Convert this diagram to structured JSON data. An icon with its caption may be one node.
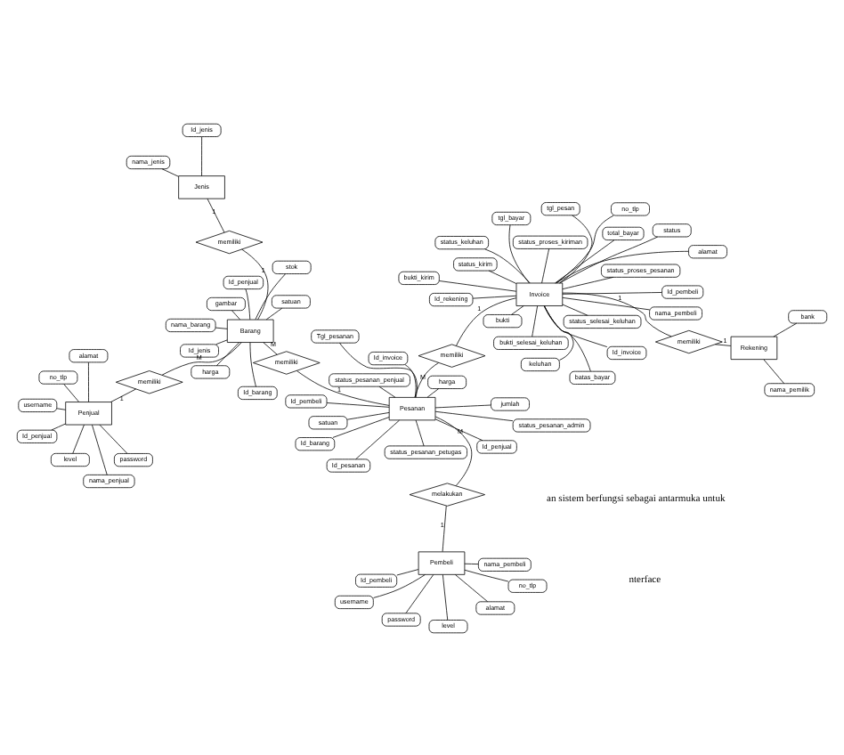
{
  "diagram": {
    "nodes": [
      {
        "text": [
          "Pembeli"
        ]
      },
      {
        "text": [
          "nama_pembeli"
        ]
      },
      {
        "text": [
          "level"
        ]
      },
      {
        "text": [
          "Id_pembeli"
        ]
      },
      {
        "text": [
          "alamat"
        ]
      },
      {
        "text": [
          "username"
        ]
      },
      {
        "text": [
          "password"
        ]
      },
      {
        "text": [
          "no_tlp"
        ]
      },
      {
        "text": [
          "melakukan"
        ]
      },
      {
        "text": [
          "Penjual"
        ]
      },
      {
        "text": [
          "no_tlp"
        ]
      },
      {
        "text": [
          "alamat"
        ]
      },
      {
        "text": [
          "nama_penjual"
        ]
      },
      {
        "text": [
          "password"
        ]
      },
      {
        "text": [
          "Id_penjual"
        ]
      },
      {
        "text": [
          "username"
        ]
      },
      {
        "text": [
          "level"
        ]
      },
      {
        "text": [
          "memiliki"
        ]
      },
      {
        "text": [
          "Pesanan"
        ]
      },
      {
        "text": [
          "Id_pembeli"
        ]
      },
      {
        "text": [
          "Id_pesanan"
        ]
      },
      {
        "text": [
          "Id_barang"
        ]
      },
      {
        "text": [
          "harga"
        ]
      },
      {
        "text": [
          "Id_invoice"
        ]
      },
      {
        "text": [
          "Tgl_pesanan"
        ]
      },
      {
        "text": [
          "Id_penjual"
        ]
      },
      {
        "text": [
          "jumlah"
        ]
      },
      {
        "text": [
          "satuan"
        ]
      },
      {
        "text": [
          "status_pesanan_petugas"
        ]
      },
      {
        "text": [
          "status_pesanan_admin"
        ]
      },
      {
        "text": [
          "status_pesanan_penjual"
        ]
      },
      {
        "text": [
          "memiliki"
        ]
      },
      {
        "text": [
          "Barang"
        ]
      },
      {
        "text": [
          "nama_barang"
        ]
      },
      {
        "text": [
          "satuan"
        ]
      },
      {
        "text": [
          "Id_barang"
        ]
      },
      {
        "text": [
          "gambar"
        ]
      },
      {
        "text": [
          "stok"
        ]
      },
      {
        "text": [
          "Id_jenis"
        ]
      },
      {
        "text": [
          "harga"
        ]
      },
      {
        "text": [
          "Id_penjual"
        ]
      },
      {
        "text": [
          "memiliki"
        ]
      },
      {
        "text": [
          "Jenis"
        ]
      },
      {
        "text": [
          "nama_jenis"
        ]
      },
      {
        "text": [
          "Id_jenis"
        ]
      },
      {
        "text": [
          "memiliki"
        ]
      },
      {
        "text": [
          "Invoice"
        ]
      },
      {
        "text": [
          "Id_invoice"
        ]
      },
      {
        "text": [
          "Id_pembeli"
        ]
      },
      {
        "text": [
          "nama_pembeli"
        ]
      },
      {
        "text": [
          "Id_rekening"
        ]
      },
      {
        "text": [
          "alamat"
        ]
      },
      {
        "text": [
          "no_tlp"
        ]
      },
      {
        "text": [
          "tgl_pesan"
        ]
      },
      {
        "text": [
          "total_bayar"
        ]
      },
      {
        "text": [
          "batas_bayar"
        ]
      },
      {
        "text": [
          "keluhan"
        ]
      },
      {
        "text": [
          "status_keluhan"
        ]
      },
      {
        "text": [
          "status_proses_pesanan"
        ]
      },
      {
        "text": [
          "bukti_kirim"
        ]
      },
      {
        "text": [
          "status_kirim"
        ]
      },
      {
        "text": [
          "tgl_bayar"
        ]
      },
      {
        "text": [
          "bukti"
        ]
      },
      {
        "text": [
          "status"
        ]
      },
      {
        "text": [
          "status_selesai_keluhan"
        ]
      },
      {
        "text": [
          "bukti_selesai_keluhan"
        ]
      },
      {
        "text": [
          "status_proses_kiriman"
        ]
      },
      {
        "text": [
          "memiliki"
        ]
      },
      {
        "text": [
          "Rekening"
        ]
      },
      {
        "text": [
          "nama_pemilik"
        ]
      },
      {
        "text": [
          "bank"
        ]
      }
    ],
    "edges": [
      {
        "from": 1,
        "to": 0,
        "arrow": "none"
      },
      {
        "from": 2,
        "to": 0,
        "arrow": "none"
      },
      {
        "from": 3,
        "to": 0,
        "arrow": "none"
      },
      {
        "from": 4,
        "to": 0,
        "arrow": "none"
      },
      {
        "from": 5,
        "to": 0,
        "arrow": "none"
      },
      {
        "from": 6,
        "to": 0,
        "arrow": "none"
      },
      {
        "from": 7,
        "to": 0,
        "arrow": "none"
      },
      {
        "from": 0,
        "to": 8,
        "arrow": "none",
        "label": "1"
      },
      {
        "from": 8,
        "to": 18,
        "arrow": "none",
        "label": "M"
      },
      {
        "from": 10,
        "to": 9,
        "arrow": "none"
      },
      {
        "from": 11,
        "to": 9,
        "arrow": "none"
      },
      {
        "from": 12,
        "to": 9,
        "arrow": "none"
      },
      {
        "from": 13,
        "to": 9,
        "arrow": "none"
      },
      {
        "from": 14,
        "to": 9,
        "arrow": "none"
      },
      {
        "from": 15,
        "to": 9,
        "arrow": "none"
      },
      {
        "from": 16,
        "to": 9,
        "arrow": "none"
      },
      {
        "from": 9,
        "to": 17,
        "arrow": "none",
        "label": "1"
      },
      {
        "from": 17,
        "to": 32,
        "arrow": "none",
        "label": "M"
      },
      {
        "from": 19,
        "to": 18,
        "arrow": "none"
      },
      {
        "from": 20,
        "to": 18,
        "arrow": "none"
      },
      {
        "from": 21,
        "to": 18,
        "arrow": "none"
      },
      {
        "from": 22,
        "to": 18,
        "arrow": "none"
      },
      {
        "from": 23,
        "to": 18,
        "arrow": "none"
      },
      {
        "from": 24,
        "to": 18,
        "arrow": "none"
      },
      {
        "from": 25,
        "to": 18,
        "arrow": "none"
      },
      {
        "from": 26,
        "to": 18,
        "arrow": "none"
      },
      {
        "from": 27,
        "to": 18,
        "arrow": "none"
      },
      {
        "from": 28,
        "to": 18,
        "arrow": "none"
      },
      {
        "from": 29,
        "to": 18,
        "arrow": "none"
      },
      {
        "from": 30,
        "to": 18,
        "arrow": "none"
      },
      {
        "from": 18,
        "to": 31,
        "arrow": "none",
        "label": "1"
      },
      {
        "from": 31,
        "to": 32,
        "arrow": "none",
        "label": "M"
      },
      {
        "from": 33,
        "to": 32,
        "arrow": "none"
      },
      {
        "from": 34,
        "to": 32,
        "arrow": "none"
      },
      {
        "from": 35,
        "to": 32,
        "arrow": "none"
      },
      {
        "from": 36,
        "to": 32,
        "arrow": "none"
      },
      {
        "from": 37,
        "to": 32,
        "arrow": "none"
      },
      {
        "from": 38,
        "to": 32,
        "arrow": "none"
      },
      {
        "from": 39,
        "to": 32,
        "arrow": "none"
      },
      {
        "from": 40,
        "to": 32,
        "arrow": "none"
      },
      {
        "from": 32,
        "to": 41,
        "arrow": "none",
        "label": "1"
      },
      {
        "from": 41,
        "to": 42,
        "arrow": "none",
        "label": "1"
      },
      {
        "from": 43,
        "to": 42,
        "arrow": "none"
      },
      {
        "from": 44,
        "to": 42,
        "arrow": "none"
      },
      {
        "from": 18,
        "to": 45,
        "arrow": "none",
        "label": "M"
      },
      {
        "from": 45,
        "to": 46,
        "arrow": "none",
        "label": "1"
      },
      {
        "from": 47,
        "to": 46,
        "arrow": "none"
      },
      {
        "from": 48,
        "to": 46,
        "arrow": "none"
      },
      {
        "from": 49,
        "to": 46,
        "arrow": "none"
      },
      {
        "from": 50,
        "to": 46,
        "arrow": "none"
      },
      {
        "from": 51,
        "to": 46,
        "arrow": "none"
      },
      {
        "from": 52,
        "to": 46,
        "arrow": "none"
      },
      {
        "from": 53,
        "to": 46,
        "arrow": "none"
      },
      {
        "from": 54,
        "to": 46,
        "arrow": "none"
      },
      {
        "from": 55,
        "to": 46,
        "arrow": "none"
      },
      {
        "from": 56,
        "to": 46,
        "arrow": "none"
      },
      {
        "from": 57,
        "to": 46,
        "arrow": "none"
      },
      {
        "from": 58,
        "to": 46,
        "arrow": "none"
      },
      {
        "from": 59,
        "to": 46,
        "arrow": "none"
      },
      {
        "from": 60,
        "to": 46,
        "arrow": "none"
      },
      {
        "from": 61,
        "to": 46,
        "arrow": "none"
      },
      {
        "from": 62,
        "to": 46,
        "arrow": "none"
      },
      {
        "from": 63,
        "to": 46,
        "arrow": "none"
      },
      {
        "from": 64,
        "to": 46,
        "arrow": "none"
      },
      {
        "from": 65,
        "to": 46,
        "arrow": "none"
      },
      {
        "from": 66,
        "to": 46,
        "arrow": "none"
      },
      {
        "from": 46,
        "to": 67,
        "arrow": "none",
        "label": "1"
      },
      {
        "from": 67,
        "to": 68,
        "arrow": "none",
        "label": "1"
      },
      {
        "from": 69,
        "to": 68,
        "arrow": "none"
      },
      {
        "from": 70,
        "to": 68,
        "arrow": "none"
      }
    ],
    "labels": [
      "nterface",
      "an sistem berfungsi sebagai antarmuka untuk"
    ]
  }
}
